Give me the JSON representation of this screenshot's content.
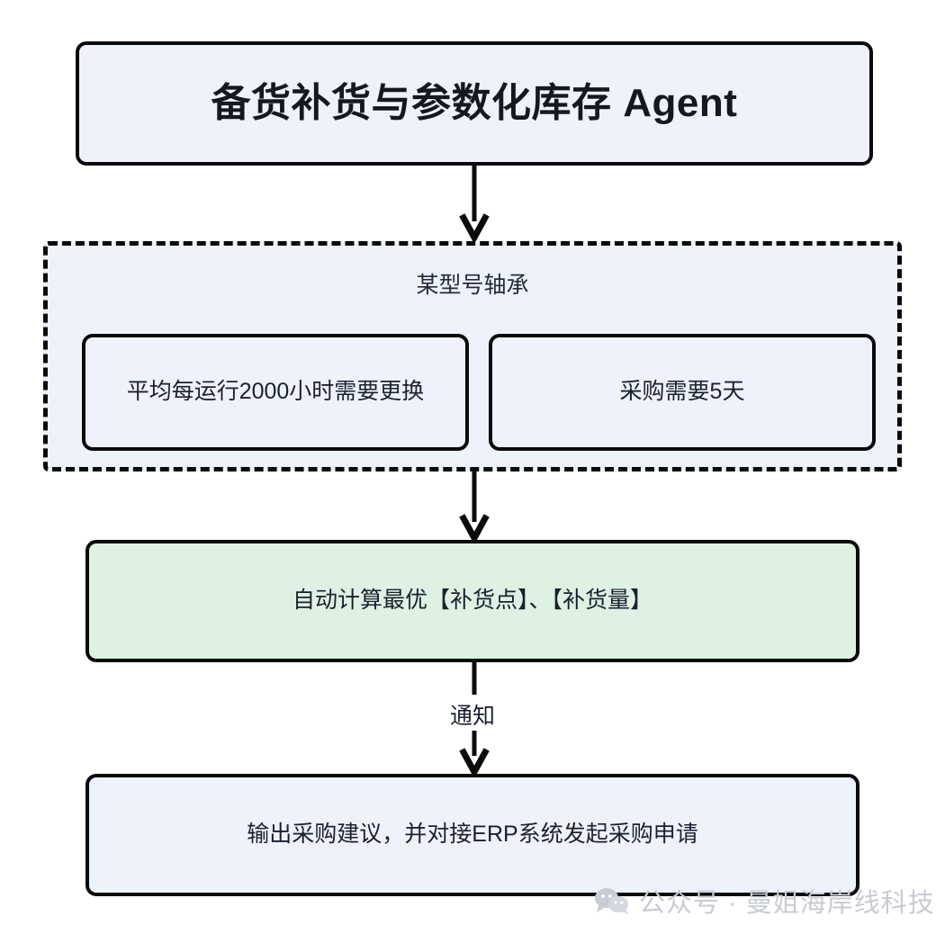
{
  "diagram": {
    "title": "备货补货与参数化库存 Agent",
    "group": {
      "label": "某型号轴承",
      "items": [
        {
          "label": "平均每运行2000小时需要更换"
        },
        {
          "label": "采购需要5天"
        }
      ]
    },
    "compute": {
      "label": "自动计算最优【补货点】、【补货量】"
    },
    "output": {
      "label": "输出采购建议，并对接ERP系统发起采购申请"
    },
    "edges": [
      {
        "from": "title",
        "to": "group",
        "label": ""
      },
      {
        "from": "group",
        "to": "compute",
        "label": ""
      },
      {
        "from": "compute",
        "to": "output",
        "label": "通知"
      }
    ],
    "colors": {
      "node_fill_blue": "#eef2fb",
      "node_fill_green": "#ddf2e2",
      "node_border": "#0b0b0b",
      "text": "#1b2030",
      "watermark": "#c8cbd4",
      "background": "#ffffff"
    }
  },
  "watermark": {
    "icon": "wechat-icon",
    "text": "公众号 · 曼姐海岸线科技"
  }
}
